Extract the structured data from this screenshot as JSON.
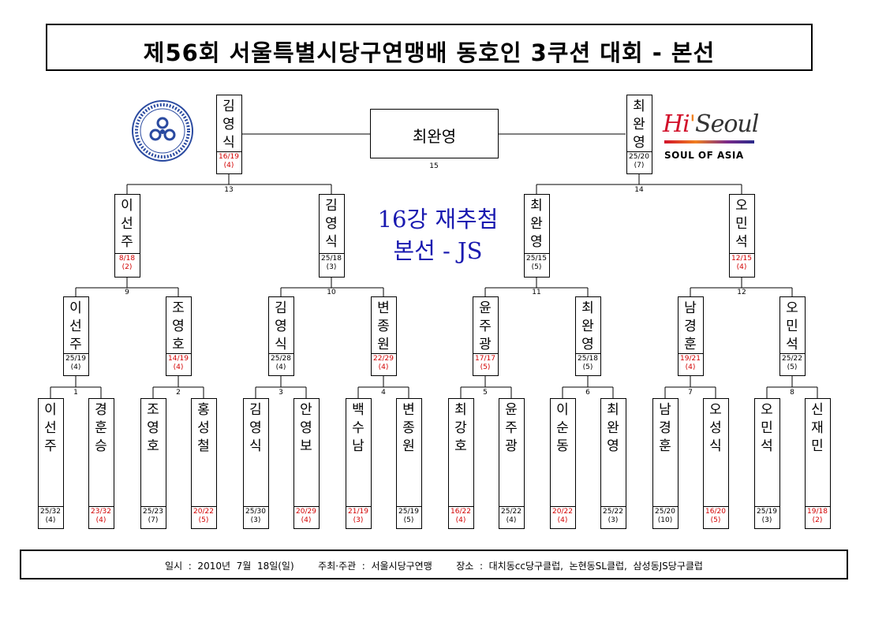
{
  "title": "제56회  서울특별시당구연맹배  동호인  3쿠션  대회  -  본선",
  "overlay": {
    "line1": "16강  재추첨",
    "line2": "본선  -  JS"
  },
  "footer": {
    "date": "일시  :  2010년  7월  18일(일)",
    "host": "주최·주관  :  서울시당구연맹",
    "venue": "장소  :  대치동cc당구클럽,  논현동SL클럽,  삼성동JS당구클럽"
  },
  "logo_right": {
    "hi": "Hi",
    "seoul": "Seoul",
    "tagline": "SOUL OF ASIA"
  },
  "champion": {
    "name": "최완영",
    "match": "15"
  },
  "rounds": {
    "round16": [
      {
        "name": "이선주",
        "score": "25/32",
        "seed": "(4)",
        "red": false
      },
      {
        "name": "경훈승",
        "score": "23/32",
        "seed": "(4)",
        "red": true
      },
      {
        "name": "조영호",
        "score": "25/23",
        "seed": "(7)",
        "red": false
      },
      {
        "name": "홍성철",
        "score": "20/22",
        "seed": "(5)",
        "red": true
      },
      {
        "name": "김영식",
        "score": "25/30",
        "seed": "(3)",
        "red": false
      },
      {
        "name": "안영보",
        "score": "20/29",
        "seed": "(4)",
        "red": true
      },
      {
        "name": "백수남",
        "score": "21/19",
        "seed": "(3)",
        "red": true
      },
      {
        "name": "변종원",
        "score": "25/19",
        "seed": "(5)",
        "red": false
      },
      {
        "name": "최강호",
        "score": "16/22",
        "seed": "(4)",
        "red": true
      },
      {
        "name": "윤주광",
        "score": "25/22",
        "seed": "(4)",
        "red": false
      },
      {
        "name": "이순동",
        "score": "20/22",
        "seed": "(4)",
        "red": true
      },
      {
        "name": "최완영",
        "score": "25/22",
        "seed": "(3)",
        "red": false
      },
      {
        "name": "남경훈",
        "score": "25/20",
        "seed": "(10)",
        "red": false
      },
      {
        "name": "오성식",
        "score": "16/20",
        "seed": "(5)",
        "red": true
      },
      {
        "name": "오민석",
        "score": "25/19",
        "seed": "(3)",
        "red": false
      },
      {
        "name": "신재민",
        "score": "19/18",
        "seed": "(2)",
        "red": true
      }
    ],
    "round8": [
      {
        "name": "이선주",
        "score": "25/19",
        "seed": "(4)",
        "red": false
      },
      {
        "name": "조영호",
        "score": "14/19",
        "seed": "(4)",
        "red": true
      },
      {
        "name": "김영식",
        "score": "25/28",
        "seed": "(4)",
        "red": false
      },
      {
        "name": "변종원",
        "score": "22/29",
        "seed": "(4)",
        "red": true
      },
      {
        "name": "윤주광",
        "score": "17/17",
        "seed": "(5)",
        "red": true
      },
      {
        "name": "최완영",
        "score": "25/18",
        "seed": "(5)",
        "red": false
      },
      {
        "name": "남경훈",
        "score": "19/21",
        "seed": "(4)",
        "red": true
      },
      {
        "name": "오민석",
        "score": "25/22",
        "seed": "(5)",
        "red": false
      }
    ],
    "quarter": [
      {
        "name": "이선주",
        "score": "8/18",
        "seed": "(2)",
        "red": true
      },
      {
        "name": "김영식",
        "score": "25/18",
        "seed": "(3)",
        "red": false
      },
      {
        "name": "최완영",
        "score": "25/15",
        "seed": "(5)",
        "red": false
      },
      {
        "name": "오민석",
        "score": "12/15",
        "seed": "(4)",
        "red": true
      }
    ],
    "semi": [
      {
        "name": "김영식",
        "score": "16/19",
        "seed": "(4)",
        "red": true
      },
      {
        "name": "최완영",
        "score": "25/20",
        "seed": "(7)",
        "red": false
      }
    ]
  },
  "match_numbers": [
    "1",
    "2",
    "3",
    "4",
    "5",
    "6",
    "7",
    "8",
    "9",
    "10",
    "11",
    "12",
    "13",
    "14"
  ]
}
